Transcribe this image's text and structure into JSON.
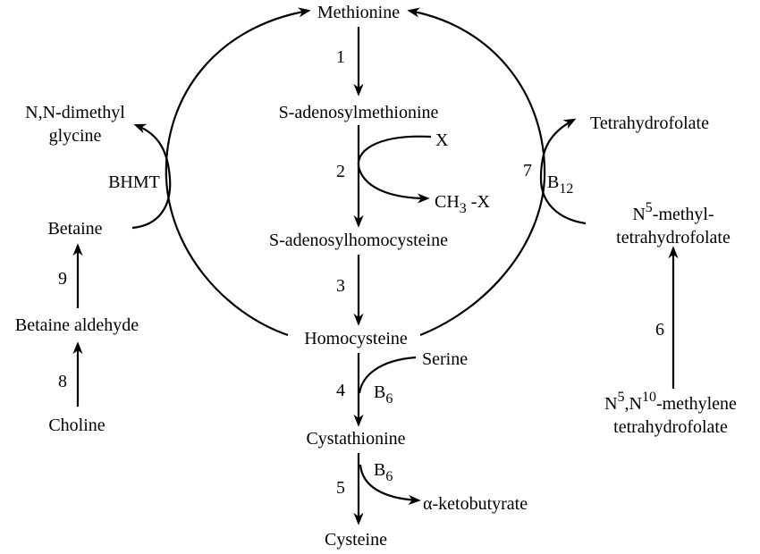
{
  "nodes": {
    "methionine": "Methionine",
    "sam": "S-adenosylmethionine",
    "sah": "S-adenosylhomocysteine",
    "homocysteine": "Homocysteine",
    "cystathionine": "Cystathionine",
    "cysteine": "Cysteine",
    "x": "X",
    "ch3": "CH",
    "ch3_sub": "3",
    "ch3_tail": " -X",
    "serine": "Serine",
    "ketobutyrate": "α-ketobutyrate",
    "dmg_line1": "N,N-dimethyl",
    "dmg_line2": "glycine",
    "betaine": "Betaine",
    "betaine_aldehyde": "Betaine aldehyde",
    "choline": "Choline",
    "thf": "Tetrahydrofolate",
    "mthf_prefix": "N",
    "mthf_sup": "5",
    "mthf_line1": "-methyl-",
    "mthf_line2": "tetrahydrofolate",
    "methylene_n": "N",
    "methylene_sup1": "5",
    "methylene_mid": ",N",
    "methylene_sup2": "10",
    "methylene_tail": "-methylene",
    "methylene_line2": "tetrahydrofolate"
  },
  "labels": {
    "step1": "1",
    "step2": "2",
    "step3": "3",
    "step4": "4",
    "step5": "5",
    "step6": "6",
    "step7": "7",
    "step8": "8",
    "step9": "9",
    "bhmt": "BHMT",
    "b12_b": "B",
    "b12_sub": "12",
    "b6_b": "B",
    "b6_sub": "6",
    "b6b_b": "B",
    "b6b_sub": "6"
  }
}
